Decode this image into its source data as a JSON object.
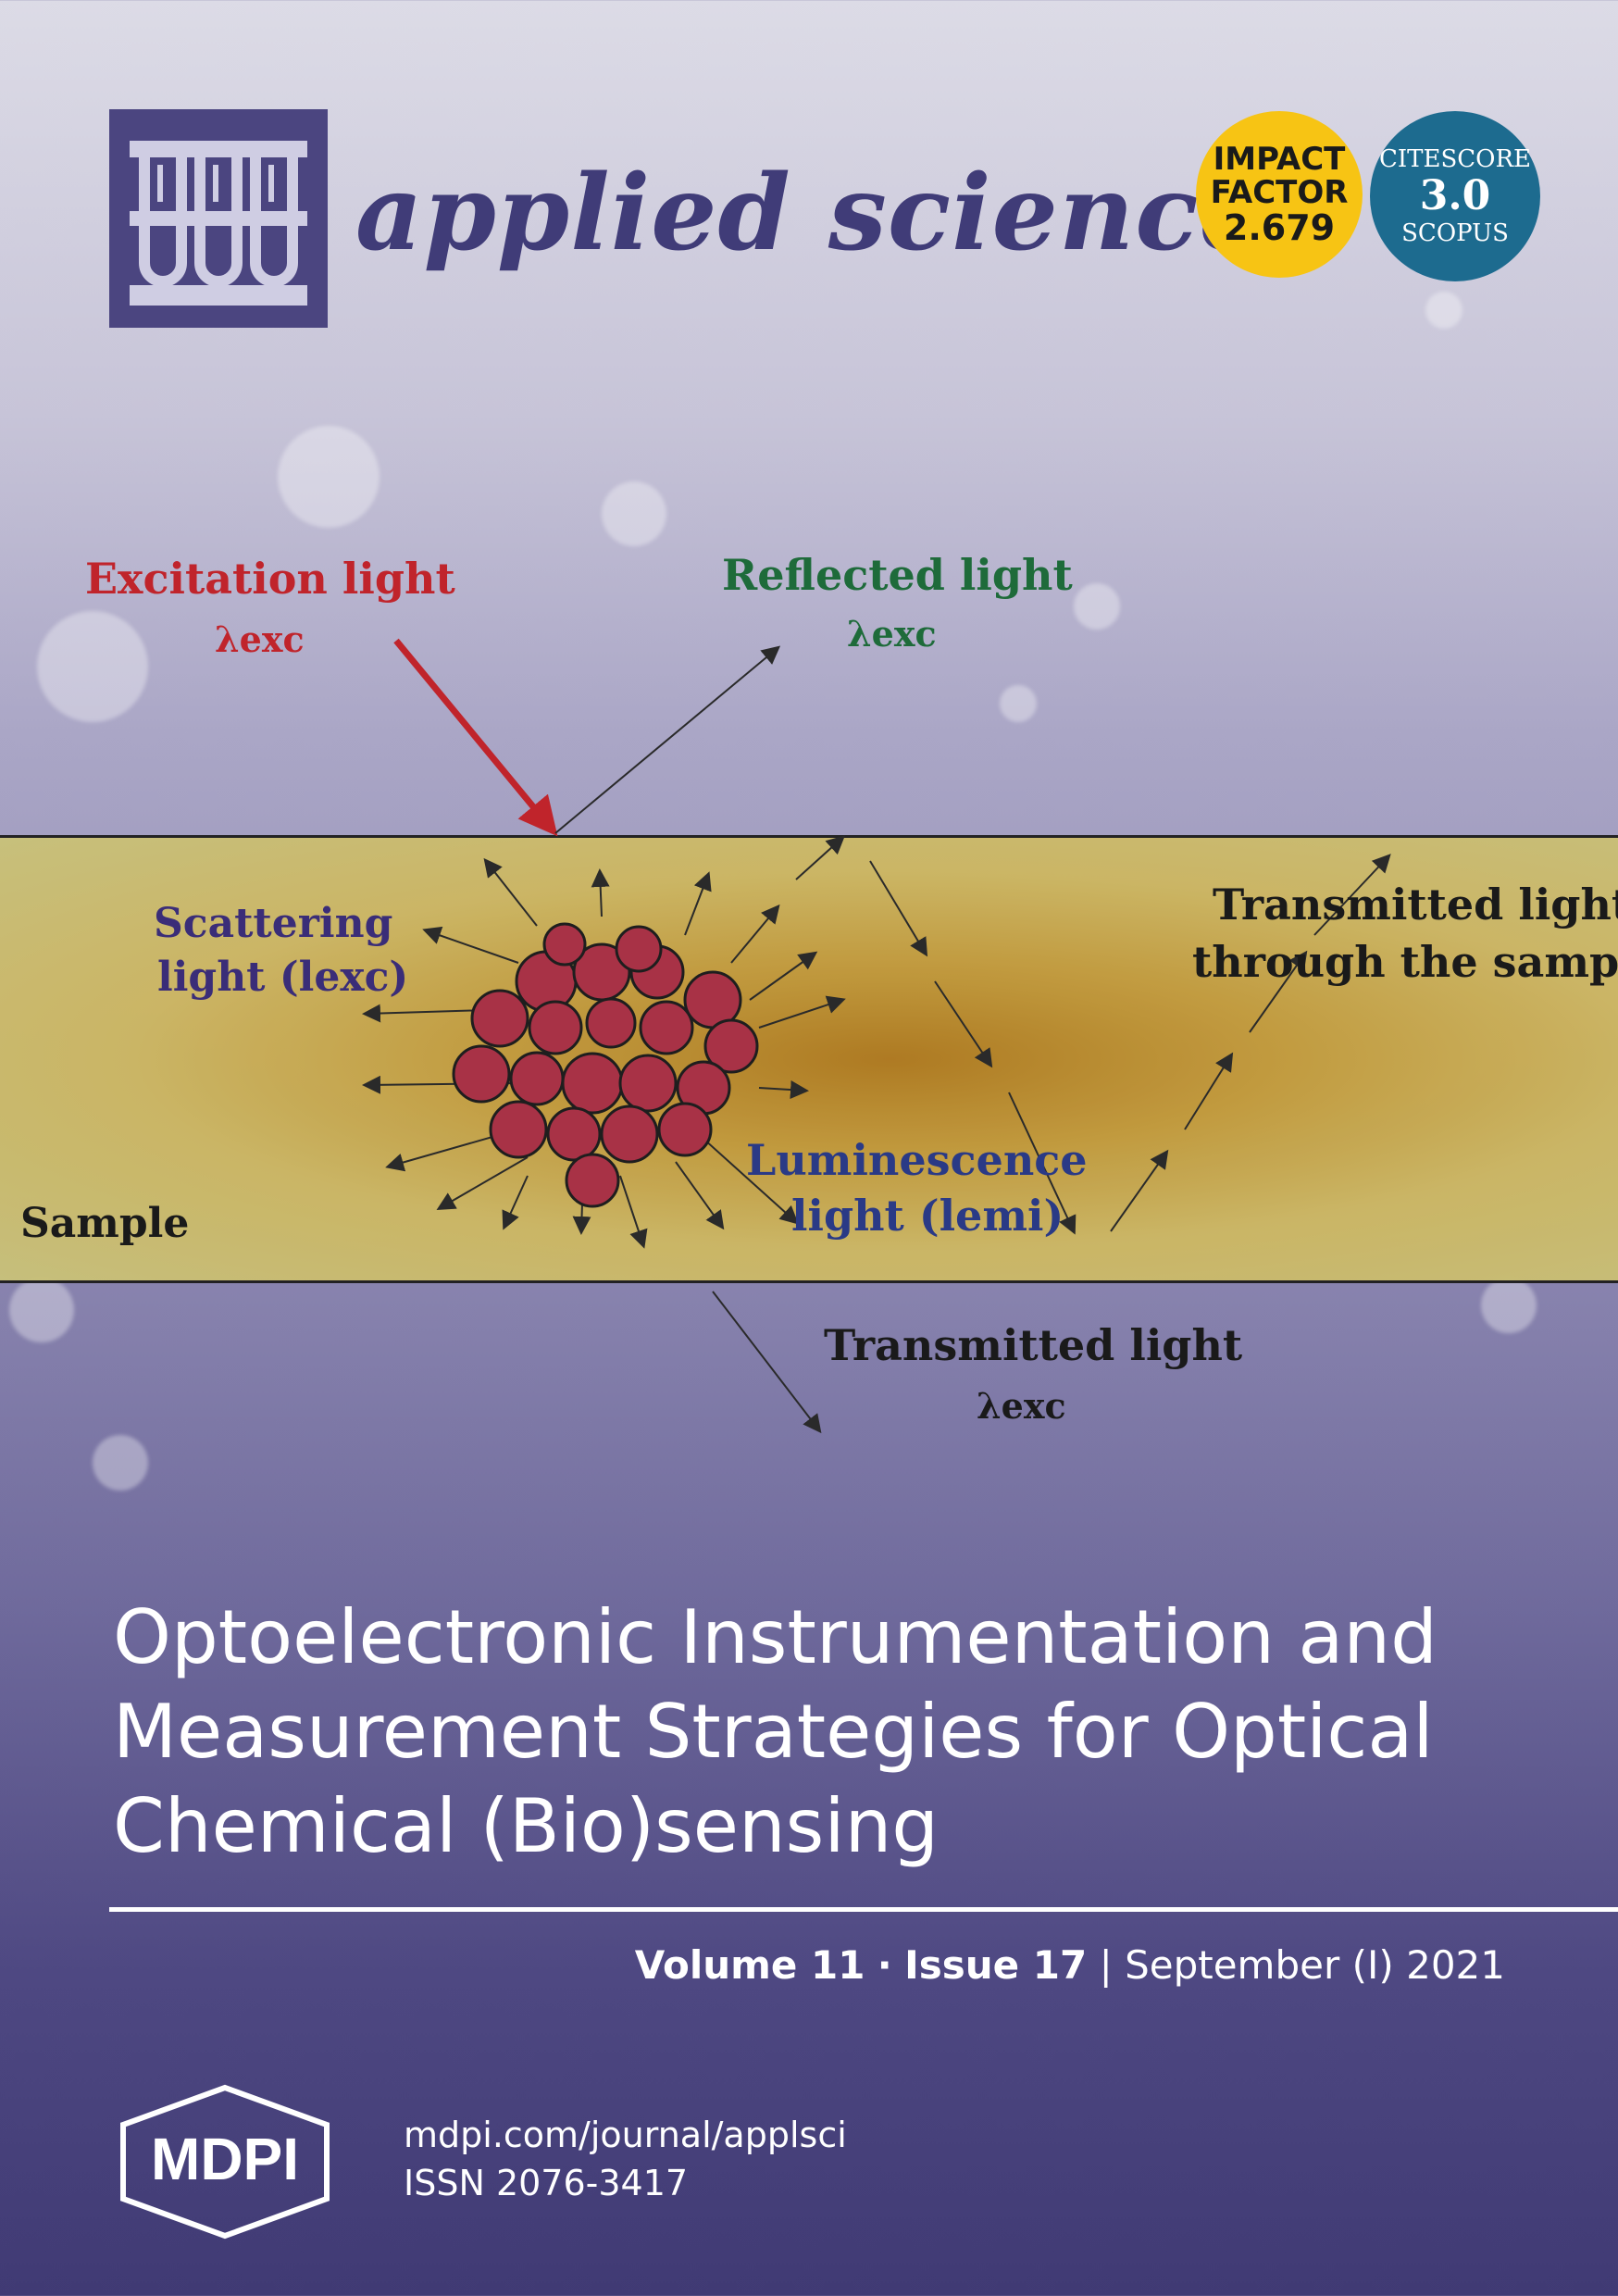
{
  "journal": {
    "title": "applied sciences"
  },
  "badges": {
    "impact": {
      "line1": "IMPACT",
      "line2": "FACTOR",
      "value": "2.679"
    },
    "citescore": {
      "line1": "CITESCORE",
      "value": "3.0",
      "line3": "SCOPUS"
    }
  },
  "diagram": {
    "excitation": {
      "label": "Excitation light",
      "symbol": "λexc"
    },
    "reflected": {
      "label": "Reflected light",
      "symbol": "λexc"
    },
    "scattering": {
      "line1": "Scattering",
      "line2": "light (lexc)"
    },
    "transmitted_through": {
      "line1": "Transmitted light",
      "line2": "through the sample"
    },
    "luminescence": {
      "line1": "Luminescence",
      "line2": "light (lemi)"
    },
    "sample": {
      "label": "Sample"
    },
    "transmitted": {
      "label": "Transmitted light",
      "symbol": "λexc"
    }
  },
  "article": {
    "title": "Optoelectronic Instrumentation and Measurement Strategies for Optical Chemical (Bio)sensing"
  },
  "issue": {
    "volume": "Volume 11",
    "separator": "·",
    "issue": "Issue 17",
    "divider": "|",
    "date": "September (I) 2021"
  },
  "publisher": {
    "logo": "MDPI",
    "url": "mdpi.com/journal/applsci",
    "issn": "ISSN 2076-3417"
  },
  "colors": {
    "excitation": "#c0242b",
    "reflected": "#1e6b3a",
    "scattering": "#3a2d78",
    "luminescence": "#2a3a86",
    "title_purple": "#403c78"
  }
}
